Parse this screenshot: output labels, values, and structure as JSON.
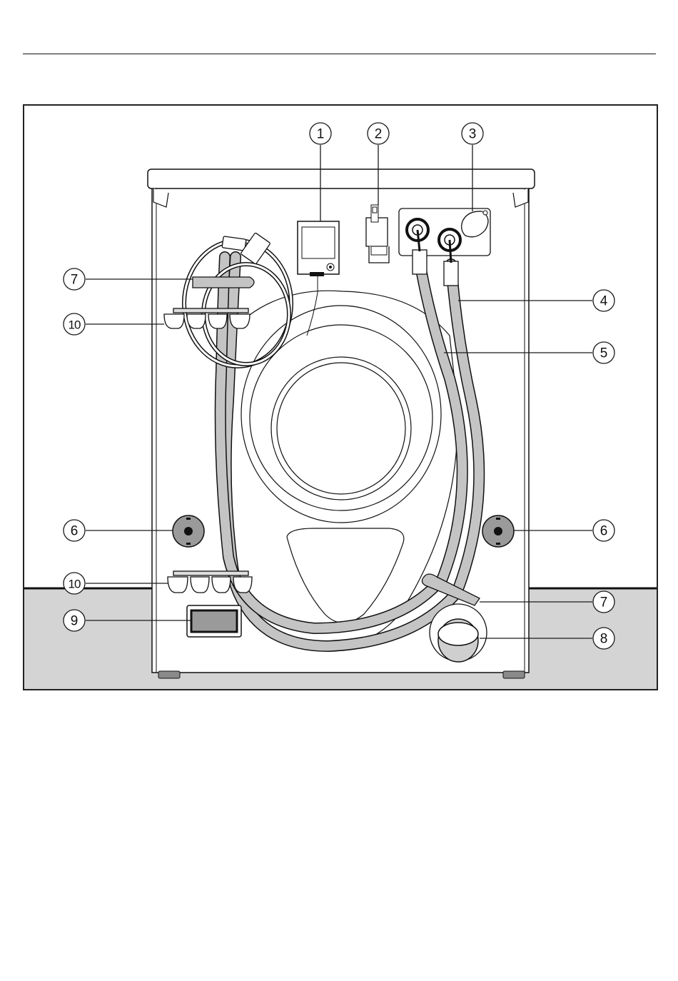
{
  "callouts": [
    {
      "id": "c1",
      "label": "1"
    },
    {
      "id": "c2",
      "label": "2"
    },
    {
      "id": "c3",
      "label": "3"
    },
    {
      "id": "c4",
      "label": "4"
    },
    {
      "id": "c5",
      "label": "5"
    },
    {
      "id": "c6l",
      "label": "6"
    },
    {
      "id": "c6r",
      "label": "6"
    },
    {
      "id": "c7t",
      "label": "7"
    },
    {
      "id": "c7b",
      "label": "7"
    },
    {
      "id": "c8",
      "label": "8"
    },
    {
      "id": "c9",
      "label": "9"
    },
    {
      "id": "c10t",
      "label": "10"
    },
    {
      "id": "c10b",
      "label": "10"
    }
  ],
  "colors": {
    "frame": "#222222",
    "floor": "#d4d4d4",
    "hose": "#c4c4c4",
    "feet": "#8a8a8a",
    "line": "#1a1a1a"
  }
}
